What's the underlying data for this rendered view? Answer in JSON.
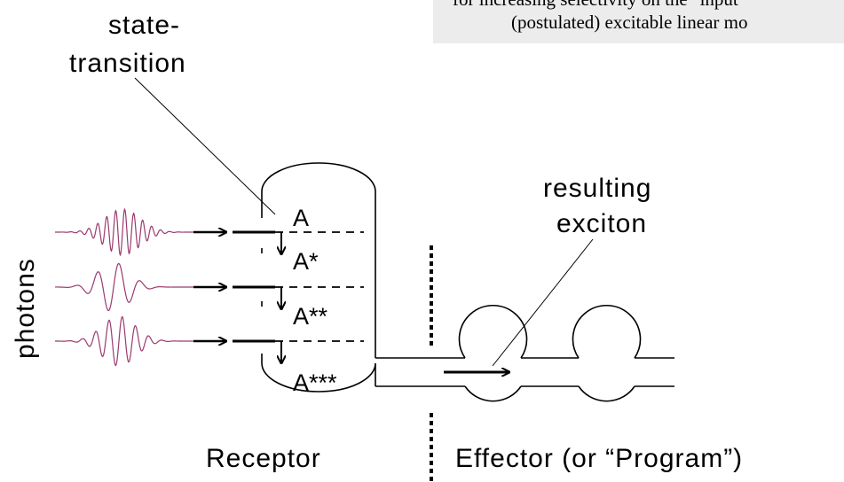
{
  "caption": {
    "line1": "for increasing selectivity on the \"input\"",
    "line2": "(postulated) excitable linear mo"
  },
  "labels": {
    "state_transition_1": "state-",
    "state_transition_2": "transition",
    "resulting_1": "resulting",
    "resulting_2": "exciton",
    "photons": "photons",
    "receptor": "Receptor",
    "effector": "Effector (or “Program”)"
  },
  "states": [
    "A",
    "A*",
    "A**",
    "A***"
  ],
  "colors": {
    "wave": "#9b3a6e",
    "line": "#000000",
    "caption_bg": "#ececec"
  }
}
